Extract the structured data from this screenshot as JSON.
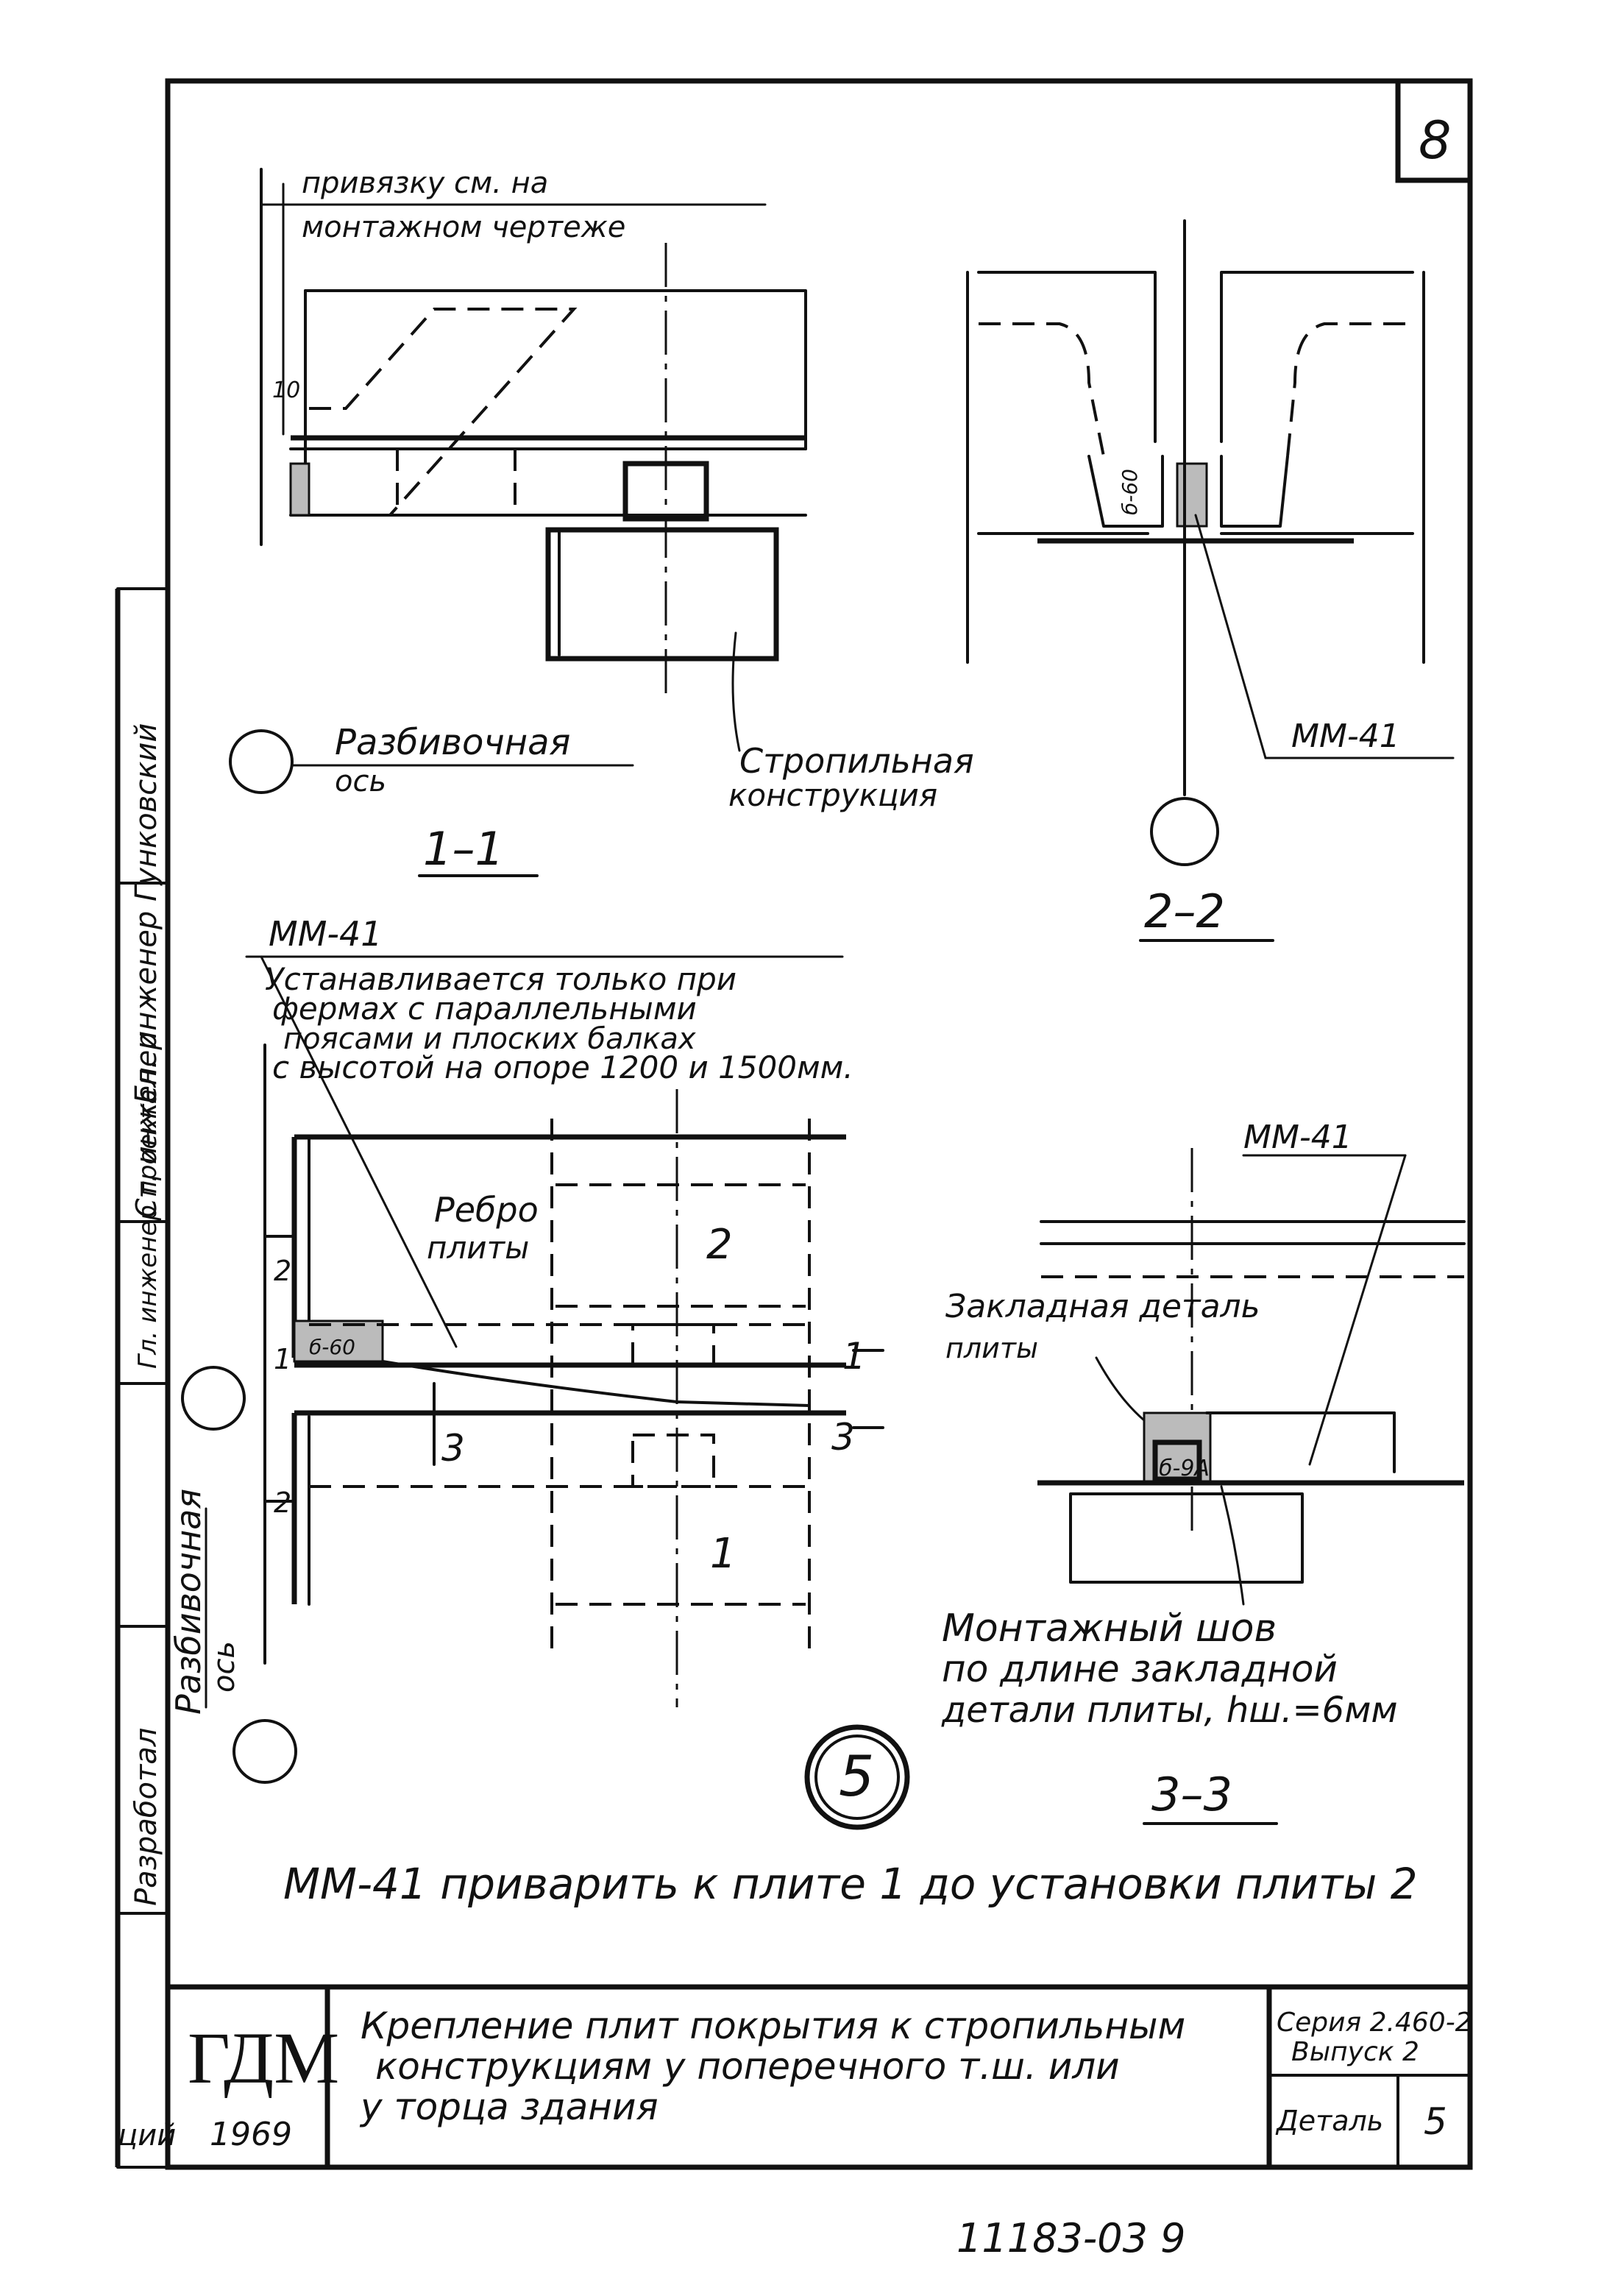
{
  "sheet": {
    "number": "8",
    "bottom_number": "11183-03   9"
  },
  "side_stamp": {
    "vertical_1": "Гл. инженер Гунковский",
    "vertical_2": "Гл. инженер проекта",
    "vertical_3": "Ст. инженер",
    "vertical_4": "Разработал"
  },
  "view_1_1": {
    "note_line1": "привязку см. на",
    "note_line2": "монтажном чертеже",
    "dim_10": "10",
    "axis_label_line1": "Разбивочная",
    "axis_label_line2": "ось",
    "truss_label_line1": "Стропильная",
    "truss_label_line2": "конструкция",
    "section_title": "1–1"
  },
  "view_2_2": {
    "tag": "б-60",
    "mm41": "ММ-41",
    "section_title": "2–2"
  },
  "plan": {
    "mm41": "ММ-41",
    "note_line1": "Устанавливается только при",
    "note_line2": "фермах с параллельными",
    "note_line3": "поясами и плоских балках",
    "note_line4": "с высотой на опоре 1200 и 1500мм.",
    "rib_line1": "Ребро",
    "rib_line2": "плиты",
    "slab_2": "2",
    "slab_1": "1",
    "tag": "б-60",
    "sec_1": "1",
    "sec_3": "3",
    "mark_2a": "2",
    "mark_2b": "2",
    "mark_1": "1",
    "axis_label_line1": "Разбивочная",
    "axis_label_line2": "ось",
    "detail_number": "5"
  },
  "view_3_3": {
    "mm41": "ММ-41",
    "embed_line1": "Закладная деталь",
    "embed_line2": "плиты",
    "tag": "б-9А",
    "weld_line1": "Монтажный шов",
    "weld_line2": "по длине закладной",
    "weld_line3": "детали плиты, hш.=6мм",
    "section_title": "3–3"
  },
  "instruction": "ММ-41 приварить к плите 1 до установки плиты 2",
  "title_block": {
    "logo": "ГДМ",
    "year": "1969",
    "title_line1": "Крепление плит покрытия к стропильным",
    "title_line2": "конструкциям у поперечного т.ш. или",
    "title_line3": "у торца здания",
    "series_line1": "Серия 2.460-2",
    "series_line2": "Выпуск 2",
    "detail_label": "Деталь",
    "detail_value": "5",
    "stamp_tail": "ций"
  }
}
